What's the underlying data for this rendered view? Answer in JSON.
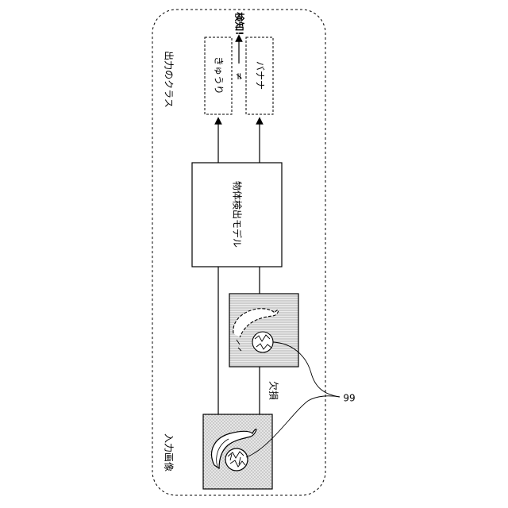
{
  "labels": {
    "input_image": "入力画像",
    "missing": "欠損",
    "model": "物体検出モデル",
    "output_classes": "出力のクラス",
    "class_cucumber": "きゅうり",
    "class_banana": "バナナ",
    "detected": "検知!",
    "not_equal": "≠",
    "reference_number": "99"
  }
}
